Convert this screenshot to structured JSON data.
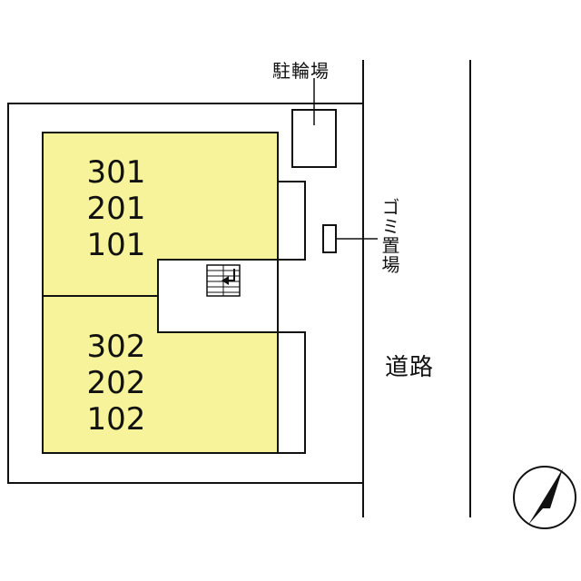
{
  "colors": {
    "unit_fill": "#f6f39a",
    "line": "#111111",
    "background": "#ffffff"
  },
  "building": {
    "north_units": "301\n201\n101",
    "south_units": "302\n202\n102"
  },
  "labels": {
    "bicycle_parking": "駐輪場",
    "garbage_area": "ゴミ置場",
    "road": "道路"
  },
  "icons": {
    "stairs": "stairs-icon",
    "compass": "north-arrow-icon"
  }
}
